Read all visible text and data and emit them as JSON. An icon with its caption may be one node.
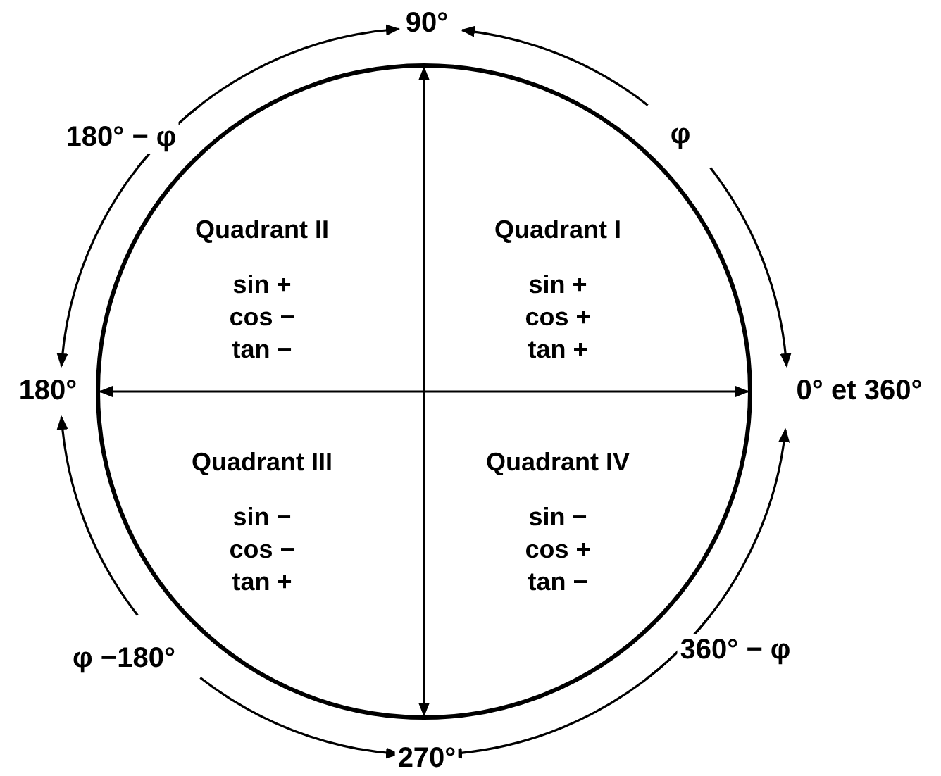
{
  "diagram": {
    "nodes": [
      {
        "text": [],
        "shape": "circle"
      },
      {
        "text": [
          "Quadrant II",
          "sin +",
          "cos −",
          "tan −"
        ],
        "in": 0
      },
      {
        "text": [
          "Quadrant I",
          "sin +",
          "cos +",
          "tan +"
        ],
        "in": 0
      },
      {
        "text": [
          "Quadrant III",
          "sin −",
          "cos −",
          "tan +"
        ],
        "in": 0
      },
      {
        "text": [
          "Quadrant IV",
          "sin −",
          "cos +",
          "tan −"
        ],
        "in": 0
      }
    ],
    "edges": [],
    "labels": [
      "90°",
      "180° − φ",
      "φ",
      "180°",
      "0° et 360°",
      "φ −180°",
      "360° − φ",
      "270°"
    ]
  }
}
